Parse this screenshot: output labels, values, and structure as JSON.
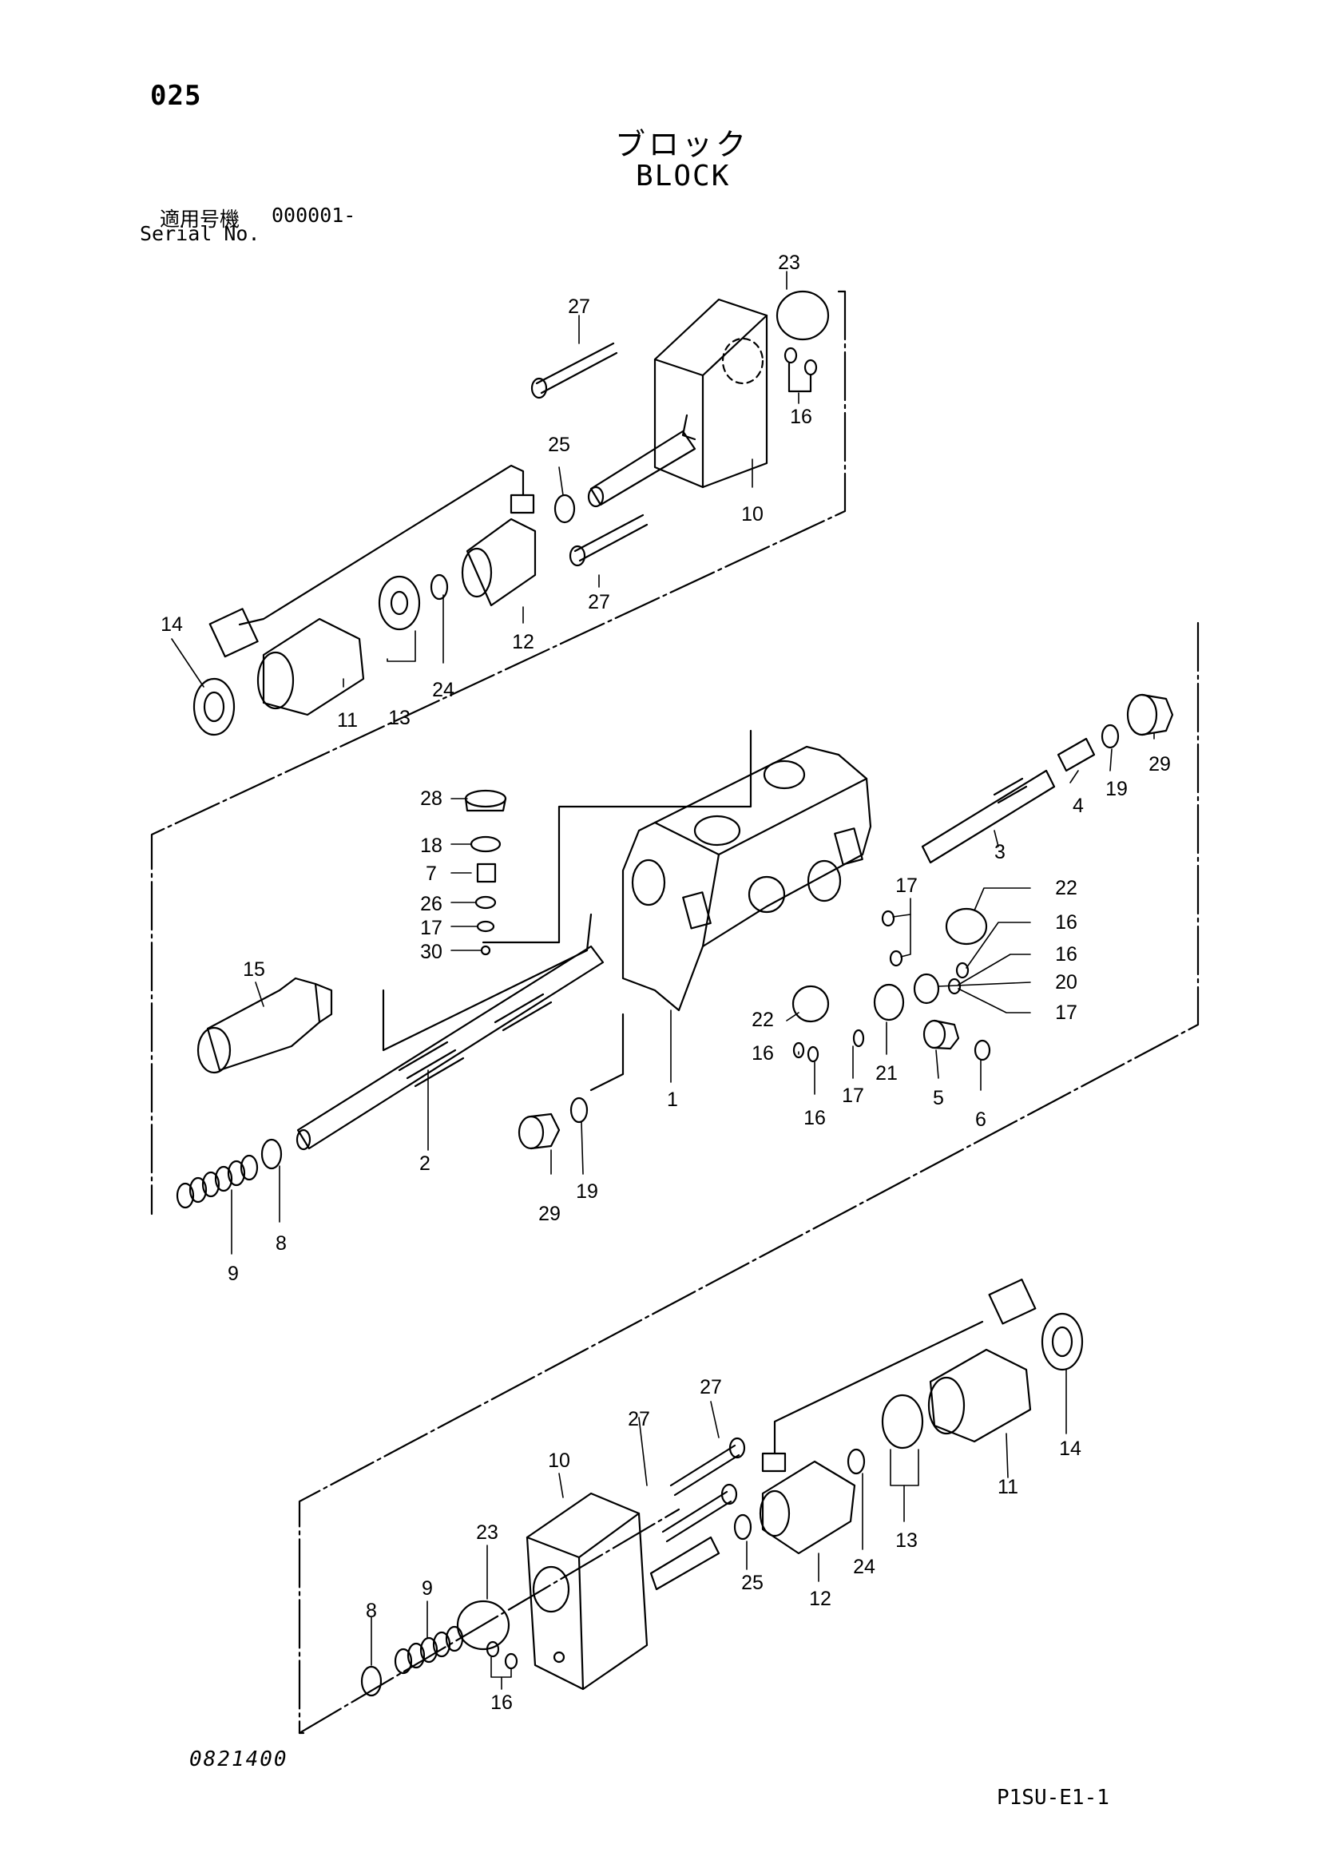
{
  "header": {
    "page_number": "025",
    "title_ja": "ブロック",
    "title_en": "BLOCK",
    "serial_label_ja": "適用号機",
    "serial_value": "000001-",
    "serial_label_en": "Serial No."
  },
  "footer": {
    "drawing_number": "0821400",
    "sheet_code": "P1SU-E1-1"
  },
  "callouts": {
    "c1": "1",
    "c2": "2",
    "c3": "3",
    "c4": "4",
    "c5": "5",
    "c6": "6",
    "c7": "7",
    "c8": "8",
    "c9": "9",
    "c10": "10",
    "c11": "11",
    "c12": "12",
    "c13": "13",
    "c14": "14",
    "c15": "15",
    "c16": "16",
    "c17": "17",
    "c18": "18",
    "c19": "19",
    "c20": "20",
    "c21": "21",
    "c22": "22",
    "c23": "23",
    "c24": "24",
    "c25": "25",
    "c26": "26",
    "c27": "27",
    "c28": "28",
    "c29": "29",
    "c30": "30"
  }
}
